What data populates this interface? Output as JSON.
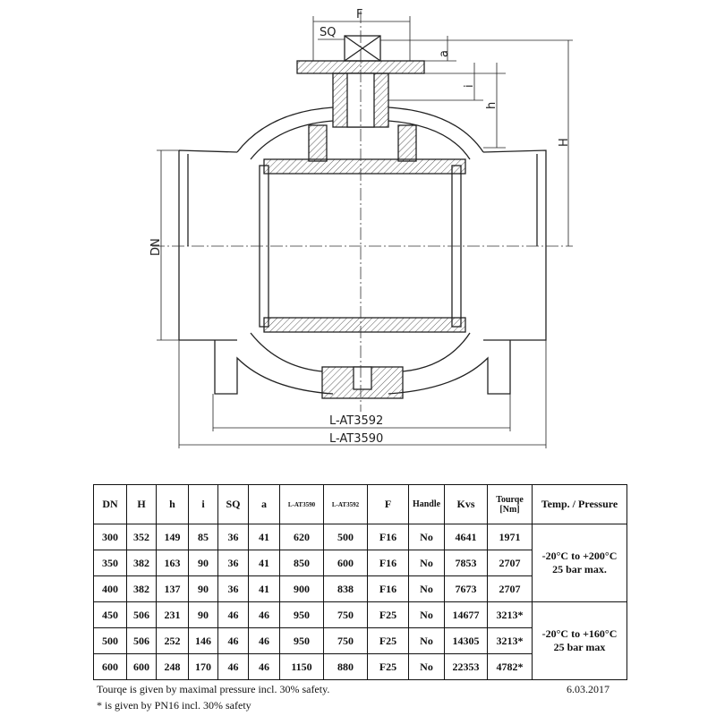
{
  "drawing": {
    "labels": {
      "F": "F",
      "SQ": "SQ",
      "a": "a",
      "i": "i",
      "h": "h",
      "H": "H",
      "DN": "DN",
      "L_AT3592": "L-AT3592",
      "L_AT3590": "L-AT3590"
    }
  },
  "table": {
    "headers": [
      "DN",
      "H",
      "h",
      "i",
      "SQ",
      "a",
      "L-AT3590",
      "L-AT3592",
      "F",
      "Handle",
      "Kvs",
      "Tourqe [Nm]",
      "Temp. / Pressure"
    ],
    "rows": [
      [
        "300",
        "352",
        "149",
        "85",
        "36",
        "41",
        "620",
        "500",
        "F16",
        "No",
        "4641",
        "1971"
      ],
      [
        "350",
        "382",
        "163",
        "90",
        "36",
        "41",
        "850",
        "600",
        "F16",
        "No",
        "7853",
        "2707"
      ],
      [
        "400",
        "382",
        "137",
        "90",
        "36",
        "41",
        "900",
        "838",
        "F16",
        "No",
        "7673",
        "2707"
      ],
      [
        "450",
        "506",
        "231",
        "90",
        "46",
        "46",
        "950",
        "750",
        "F25",
        "No",
        "14677",
        "3213*"
      ],
      [
        "500",
        "506",
        "252",
        "146",
        "46",
        "46",
        "950",
        "750",
        "F25",
        "No",
        "14305",
        "3213*"
      ],
      [
        "600",
        "600",
        "248",
        "170",
        "46",
        "46",
        "1150",
        "880",
        "F25",
        "No",
        "22353",
        "4782*"
      ]
    ],
    "temp_pressure": [
      {
        "temp": "-20°C to +200°C",
        "pressure": "25 bar max."
      },
      {
        "temp": "-20°C to +160°C",
        "pressure": "25 bar max"
      }
    ]
  },
  "notes": {
    "torque_note": "Tourqe is given by maximal pressure incl. 30% safety.",
    "asterisk_note": "* is given by PN16 incl. 30% safety",
    "date": "6.03.2017"
  }
}
